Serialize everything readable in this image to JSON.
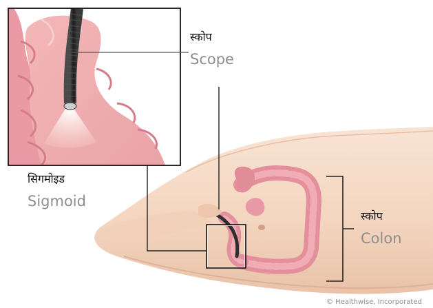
{
  "labels": {
    "scope_hi": "स्कोप",
    "scope_en": "Scope",
    "sigmoid_hi": "सिगमोइड",
    "sigmoid_en": "Sigmoid",
    "colon_hi": "स्कोप",
    "colon_en": "Colon"
  },
  "credit": "© Healthwise, Incorporated",
  "colors": {
    "skin": "#f5d9c4",
    "skin_shadow": "#e6bea3",
    "colon": "#e79aa6",
    "colon_dark": "#c7727f",
    "colon_light": "#f6c4c9",
    "scope": "#2d2d2d",
    "line": "#222222",
    "muted_text": "#8d8d8d"
  }
}
